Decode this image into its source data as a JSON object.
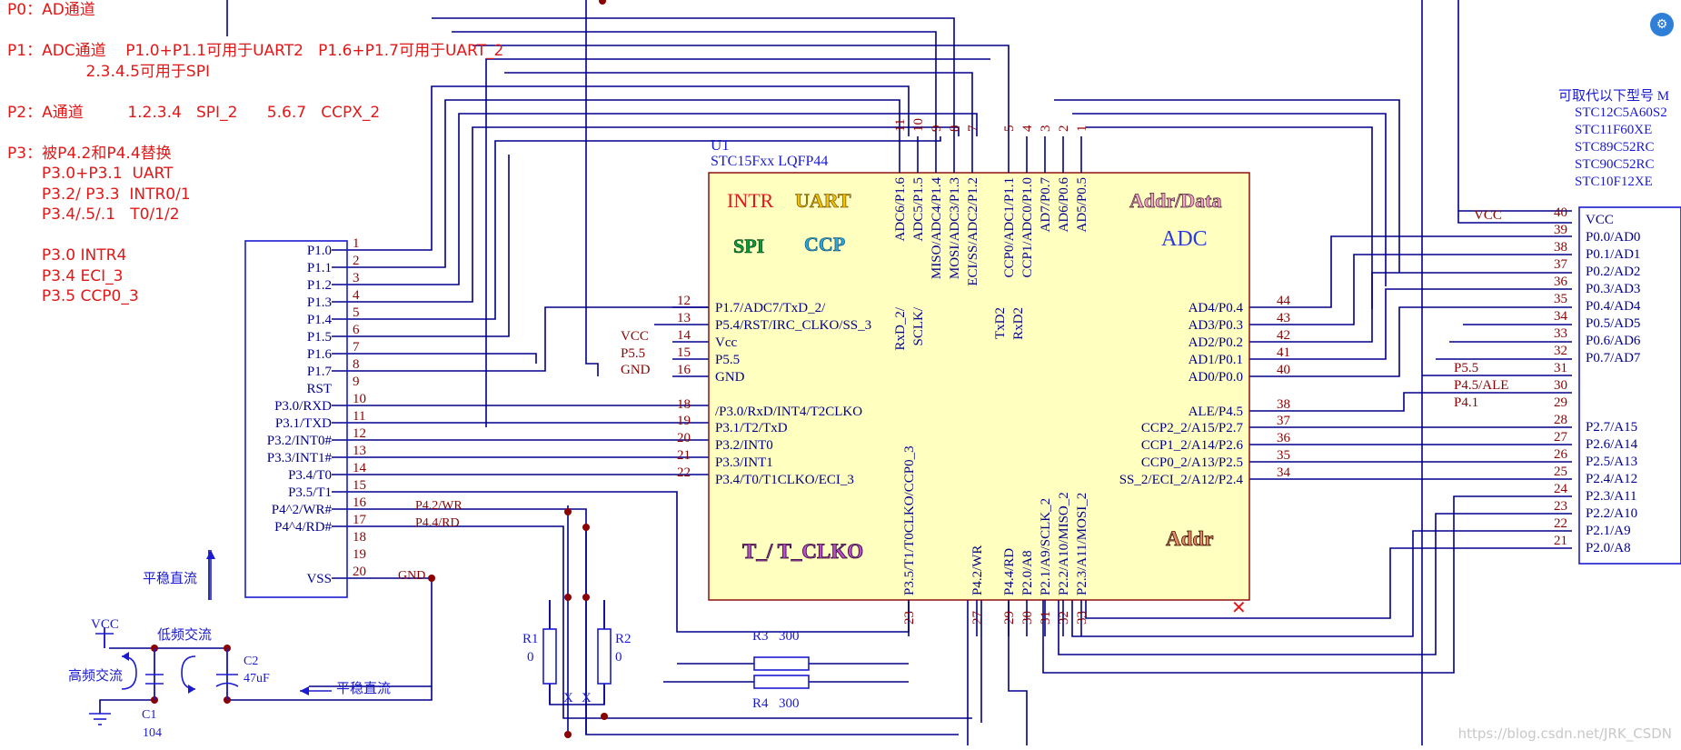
{
  "notes": [
    "P0：AD通道",
    "",
    "P1：ADC通道    P1.0+P1.1可用于UART2   P1.6+P1.7可用于UART_2",
    "                2.3.4.5可用于SPI",
    "",
    "P2：A通道         1.2.3.4   SPI_2      5.6.7   CCPX_2",
    "",
    "P3：被P4.2和P4.4替换",
    "       P3.0+P3.1  UART",
    "       P3.2/ P3.3  INTR0/1",
    "       P3.4/.5/.1   T0/1/2",
    "",
    "       P3.0 INTR4",
    "       P3.4 ECI_3",
    "       P3.5 CCP0_3"
  ],
  "left_chip": {
    "pins": [
      {
        "num": "1",
        "name": "P1.0"
      },
      {
        "num": "2",
        "name": "P1.1"
      },
      {
        "num": "3",
        "name": "P1.2"
      },
      {
        "num": "4",
        "name": "P1.3"
      },
      {
        "num": "5",
        "name": "P1.4"
      },
      {
        "num": "6",
        "name": "P1.5"
      },
      {
        "num": "7",
        "name": "P1.6"
      },
      {
        "num": "8",
        "name": "P1.7"
      },
      {
        "num": "9",
        "name": "RST"
      },
      {
        "num": "10",
        "name": "P3.0/RXD"
      },
      {
        "num": "11",
        "name": "P3.1/TXD"
      },
      {
        "num": "12",
        "name": "P3.2/INT0#"
      },
      {
        "num": "13",
        "name": "P3.3/INT1#"
      },
      {
        "num": "14",
        "name": "P3.4/T0"
      },
      {
        "num": "15",
        "name": "P3.5/T1"
      },
      {
        "num": "16",
        "name": "P4^2/WR#"
      },
      {
        "num": "17",
        "name": "P4^4/RD#"
      },
      {
        "num": "18",
        "name": ""
      },
      {
        "num": "19",
        "name": ""
      },
      {
        "num": "20",
        "name": "VSS"
      }
    ],
    "net_p42": "P4.2/WR",
    "net_p44": "P4.4/RD",
    "net_gnd": "GND"
  },
  "u1": {
    "ref": "U1",
    "part": "STC15Fxx  LQFP44",
    "groups": {
      "intr": "INTR",
      "uart": "UART",
      "spi": "SPI",
      "ccp": "CCP",
      "addr_data": "Addr/Data",
      "adc": "ADC",
      "t_clko": "T_/ T_CLKO",
      "addr": "Addr"
    },
    "top_pins": [
      {
        "num": "11",
        "name": "ADC6/P1.6"
      },
      {
        "num": "10",
        "name": "ADC5/P1.5"
      },
      {
        "num": "9",
        "name": "MISO/ADC4/P1.4"
      },
      {
        "num": "8",
        "name": "MOSI/ADC3/P1.3"
      },
      {
        "num": "7",
        "name": "ECI/SS/ADC2/P1.2"
      },
      {
        "num": "5",
        "name": "CCP0/ADC1/P1.1"
      },
      {
        "num": "4",
        "name": "CCP1/ADC0/P1.0"
      },
      {
        "num": "3",
        "name": "AD7/P0.7"
      },
      {
        "num": "2",
        "name": "AD6/P0.6"
      },
      {
        "num": "1",
        "name": "AD5/P0.5"
      }
    ],
    "top_sub": [
      "RxD_2/",
      "SCLK/",
      "TxD2",
      "RxD2"
    ],
    "left_pins": [
      {
        "num": "12",
        "name": "P1.7/ADC7/TxD_2/"
      },
      {
        "num": "13",
        "name": "P5.4/RST/IRC_CLKO/SS_3"
      },
      {
        "num": "14",
        "name": "Vcc"
      },
      {
        "num": "15",
        "name": "P5.5"
      },
      {
        "num": "16",
        "name": "GND"
      },
      {
        "num": "18",
        "name": "/P3.0/RxD/INT4/T2CLKO"
      },
      {
        "num": "19",
        "name": "P3.1/T2/TxD"
      },
      {
        "num": "20",
        "name": "P3.2/INT0"
      },
      {
        "num": "21",
        "name": "P3.3/INT1"
      },
      {
        "num": "22",
        "name": "P3.4/T0/T1CLKO/ECI_3"
      }
    ],
    "left_nets": {
      "vcc": "VCC",
      "p55": "P5.5",
      "gnd": "GND"
    },
    "right_pins": [
      {
        "num": "44",
        "name": "AD4/P0.4"
      },
      {
        "num": "43",
        "name": "AD3/P0.3"
      },
      {
        "num": "42",
        "name": "AD2/P0.2"
      },
      {
        "num": "41",
        "name": "AD1/P0.1"
      },
      {
        "num": "40",
        "name": "AD0/P0.0"
      },
      {
        "num": "38",
        "name": "ALE/P4.5"
      },
      {
        "num": "37",
        "name": "CCP2_2/A15/P2.7"
      },
      {
        "num": "36",
        "name": "CCP1_2/A14/P2.6"
      },
      {
        "num": "35",
        "name": "CCP0_2/A13/P2.5"
      },
      {
        "num": "34",
        "name": "SS_2/ECI_2/A12/P2.4"
      }
    ],
    "bottom_pins": [
      {
        "num": "23",
        "name": "P3.5/T1/T0CLKO/CCP0_3"
      },
      {
        "num": "27",
        "name": "P4.2/WR"
      },
      {
        "num": "29",
        "name": "P4.4/RD"
      },
      {
        "num": "30",
        "name": "P2.0/A8"
      },
      {
        "num": "31",
        "name": "P2.1/A9/SCLK_2"
      },
      {
        "num": "32",
        "name": "P2.2/A10/MISO_2"
      },
      {
        "num": "33",
        "name": "P2.3/A11/MOSI_2"
      }
    ]
  },
  "right_chip": {
    "replace_title": "可取代以下型号 M",
    "models": [
      "STC12C5A60S2",
      "STC11F60XE",
      "STC89C52RC",
      "STC90C52RC",
      "STC10F12XE"
    ],
    "pins": [
      {
        "num": "40",
        "name": "VCC"
      },
      {
        "num": "39",
        "name": "P0.0/AD0"
      },
      {
        "num": "38",
        "name": "P0.1/AD1"
      },
      {
        "num": "37",
        "name": "P0.2/AD2"
      },
      {
        "num": "36",
        "name": "P0.3/AD3"
      },
      {
        "num": "35",
        "name": "P0.4/AD4"
      },
      {
        "num": "34",
        "name": "P0.5/AD5"
      },
      {
        "num": "33",
        "name": "P0.6/AD6"
      },
      {
        "num": "32",
        "name": "P0.7/AD7"
      },
      {
        "num": "31",
        "name": ""
      },
      {
        "num": "30",
        "name": ""
      },
      {
        "num": "29",
        "name": ""
      },
      {
        "num": "28",
        "name": "P2.7/A15"
      },
      {
        "num": "27",
        "name": "P2.6/A14"
      },
      {
        "num": "26",
        "name": "P2.5/A13"
      },
      {
        "num": "25",
        "name": "P2.4/A12"
      },
      {
        "num": "24",
        "name": "P2.3/A11"
      },
      {
        "num": "23",
        "name": "P2.2/A10"
      },
      {
        "num": "22",
        "name": "P2.1/A9"
      },
      {
        "num": "21",
        "name": "P2.0/A8"
      }
    ],
    "nets": {
      "vcc": "VCC",
      "p55": "P5.5",
      "p45": "P4.5/ALE",
      "p41": "P4.1"
    }
  },
  "power": {
    "vcc": "VCC",
    "steady_dc_1": "平稳直流",
    "steady_dc_2": "平稳直流",
    "low_freq": "低频交流",
    "high_freq": "高频交流",
    "c1": "C1",
    "c1_val": "104",
    "c2": "C2",
    "c2_val": "47uF"
  },
  "resistors": {
    "r1": "R1",
    "r1_val": "0",
    "r2": "R2",
    "r2_val": "0",
    "r3": "R3",
    "r3_val": "300",
    "r4": "R4",
    "r4_val": "300",
    "x": "X"
  },
  "watermark": "https://blog.csdn.net/JRK_CSDN",
  "colors": {
    "wire": "#00008b",
    "pin": "#8b0000",
    "chip_fill": "#ffffc0",
    "note": "#e01818",
    "label_blue": "#1a1ad0"
  }
}
